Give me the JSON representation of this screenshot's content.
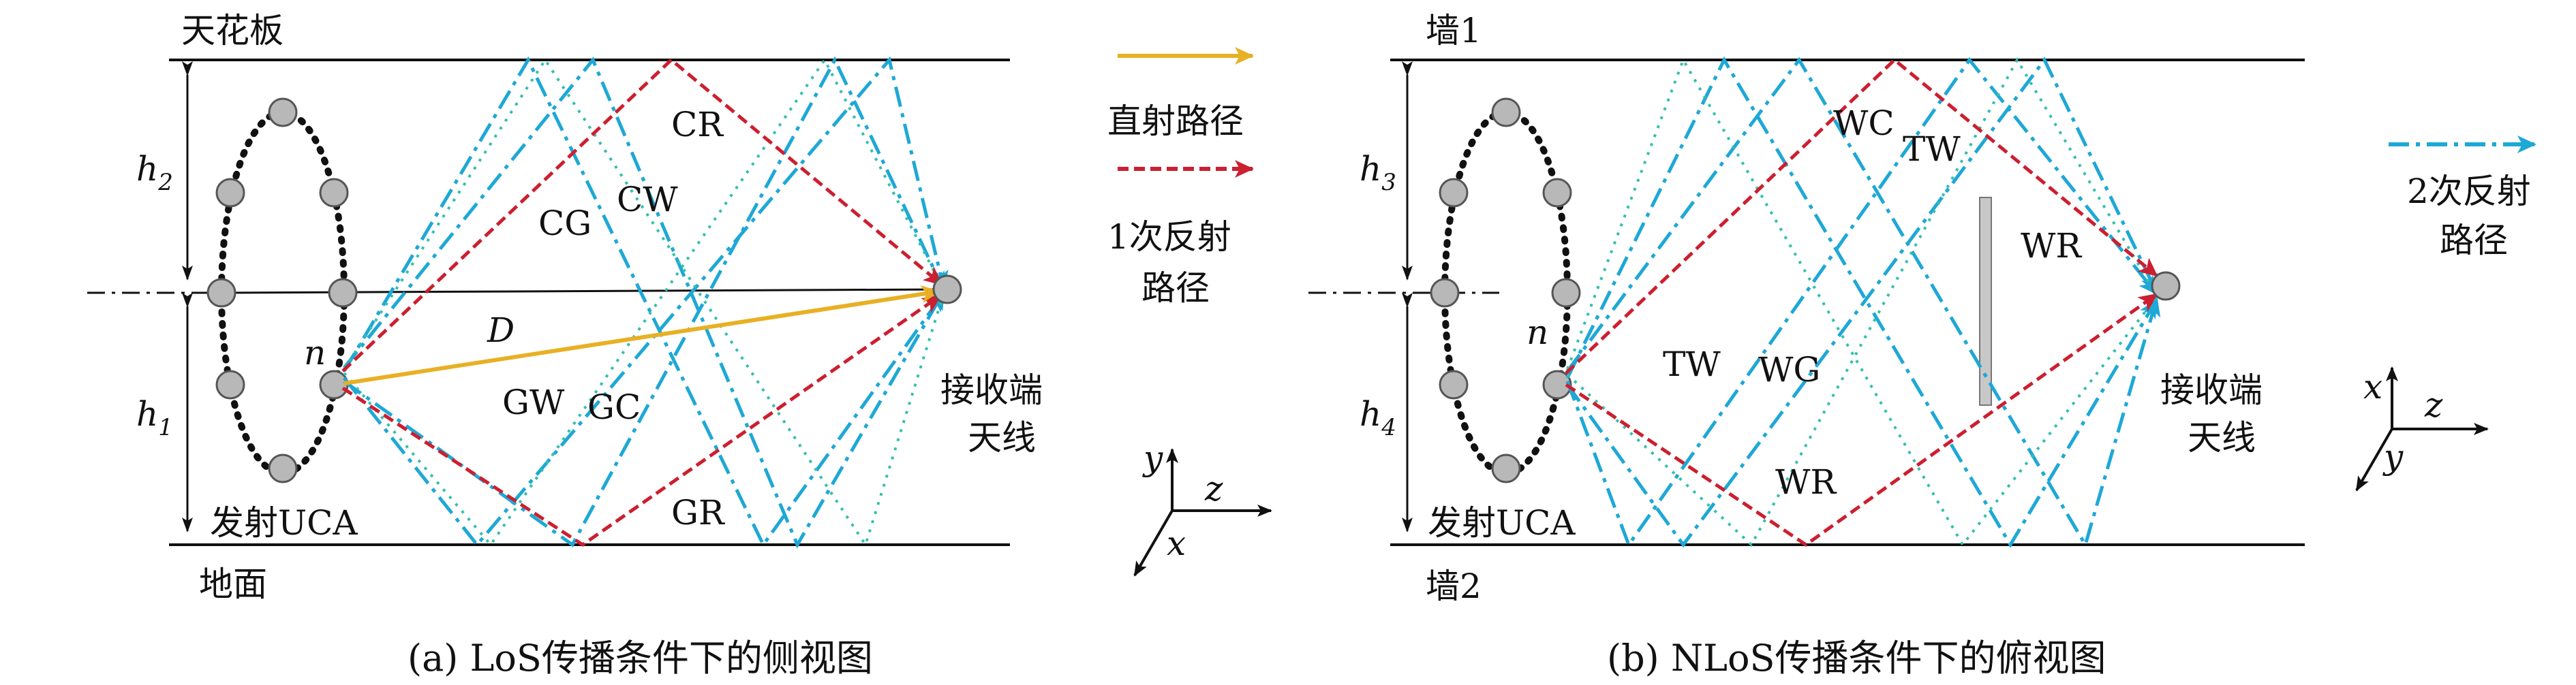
{
  "panel_a": {
    "ceiling_label": "天花板",
    "ground_label": "地面",
    "h2": "h",
    "h2_sub": "2",
    "h1": "h",
    "h1_sub": "1",
    "n_label": "n",
    "D_label": "D",
    "path_labels": {
      "CR": "CR",
      "CG": "CG",
      "CW": "CW",
      "GW": "GW",
      "GC": "GC",
      "GR": "GR"
    },
    "tx_label": "发射UCA",
    "rx_line1": "接收端",
    "rx_line2": "天线",
    "axes": {
      "y": "y",
      "z": "z",
      "x": "x"
    },
    "caption": "(a) LoS传播条件下的侧视图"
  },
  "legend": {
    "direct": "直射路径",
    "single_1": "1次反射",
    "single_2": "路径",
    "double_1": "2次反射",
    "double_2": "路径"
  },
  "panel_b": {
    "wall1_label": "墙1",
    "wall2_label": "墙2",
    "h3": "h",
    "h3_sub": "3",
    "h4": "h",
    "h4_sub": "4",
    "n_label": "n",
    "path_labels": {
      "WC": "WC",
      "TW_top": "TW",
      "WR_top": "WR",
      "TW_left": "TW",
      "WG": "WG",
      "WR_bottom": "WR"
    },
    "tx_label": "发射UCA",
    "rx_line1": "接收端",
    "rx_line2": "天线",
    "axes": {
      "x": "x",
      "z": "z",
      "y": "y"
    },
    "caption": "(b) NLoS传播条件下的俯视图"
  },
  "colors": {
    "direct": "#e8b024",
    "single": "#cc1f2f",
    "double": "#1ea8d6",
    "element": "#b8b8b8"
  }
}
